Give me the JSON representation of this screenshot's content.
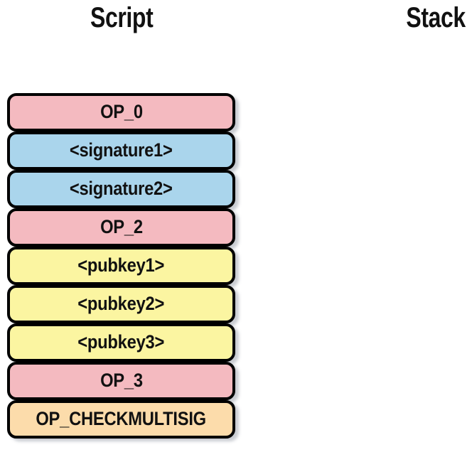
{
  "headers": {
    "script": "Script",
    "stack": "Stack"
  },
  "script": {
    "items": [
      {
        "label": "OP_0",
        "type": "opcode",
        "color": "#f4bac0"
      },
      {
        "label": "<signature1>",
        "type": "signature",
        "color": "#aad5ec"
      },
      {
        "label": "<signature2>",
        "type": "signature",
        "color": "#aad5ec"
      },
      {
        "label": "OP_2",
        "type": "opcode",
        "color": "#f4bac0"
      },
      {
        "label": "<pubkey1>",
        "type": "pubkey",
        "color": "#fbf5a1"
      },
      {
        "label": "<pubkey2>",
        "type": "pubkey",
        "color": "#fbf5a1"
      },
      {
        "label": "<pubkey3>",
        "type": "pubkey",
        "color": "#fbf5a1"
      },
      {
        "label": "OP_3",
        "type": "opcode",
        "color": "#f4bac0"
      },
      {
        "label": "OP_CHECKMULTISIG",
        "type": "opcode",
        "color": "#fcdcab"
      }
    ]
  },
  "stack": {
    "items": []
  },
  "colors": {
    "background": "#ffffff",
    "border": "#000000",
    "text": "#111111",
    "opcode_pink": "#f4bac0",
    "signature_blue": "#aad5ec",
    "pubkey_yellow": "#fbf5a1",
    "checkmultisig_peach": "#fcdcab"
  }
}
